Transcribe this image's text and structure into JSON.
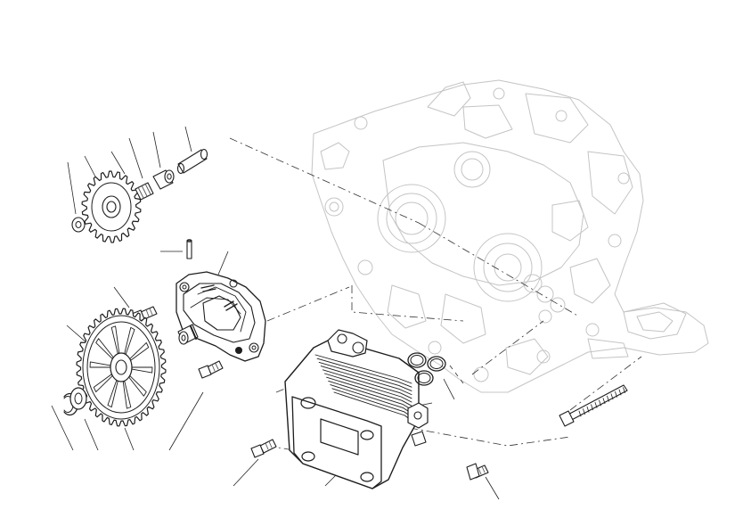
{
  "diagram": {
    "type": "exploded-parts-view",
    "colors": {
      "ink": "#1e1e1e",
      "ghost": "#c4c4c4",
      "background": "#ffffff"
    },
    "parts": [
      "oil-pump-drive-gear",
      "spacer",
      "bushing",
      "dowel-pin",
      "washer",
      "oil-pump-body",
      "pump-mounting-screw",
      "oil-pump-driven-gear",
      "circlip",
      "thrust-washer",
      "oil-cooler",
      "oil-cooler-seal-rings",
      "long-stud-bolt",
      "oil-cooler-screw",
      "crankcase"
    ]
  }
}
